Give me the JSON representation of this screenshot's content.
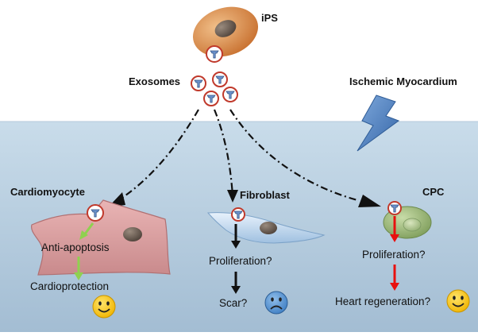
{
  "top": {
    "ips_label": "iPS",
    "exosomes_label": "Exosomes",
    "ischemic_label": "Ischemic Myocardium"
  },
  "targets": {
    "cardiomyocyte": {
      "name": "Cardiomyocyte",
      "effect": "Anti-apoptosis",
      "outcome": "Cardioprotection",
      "arrow_color": "#8fd14f",
      "outcome_face": "happy"
    },
    "fibroblast": {
      "name": "Fibroblast",
      "effect": "Proliferation?",
      "outcome": "Scar?",
      "arrow_color": "#111111",
      "outcome_face": "sad"
    },
    "cpc": {
      "name": "CPC",
      "effect": "Proliferation?",
      "outcome": "Heart regeneration?",
      "arrow_color": "#e8100f",
      "outcome_face": "happy"
    }
  },
  "colors": {
    "myocardium_bg_top": "#c9dcea",
    "myocardium_bg_bottom": "#a9c3d8",
    "exosome_ring": "#c0392b",
    "receptor": "#5b86c4",
    "lightning": "#4a7fc1",
    "ips_cell": "#d98a4a",
    "cardiomyocyte_cell": "#d99a9c",
    "fibroblast_cell": "#c6dcf3",
    "cpc_cell": "#a9c88a",
    "smiley_happy": "#f5c518",
    "smiley_sad": "#5b9bd5"
  }
}
